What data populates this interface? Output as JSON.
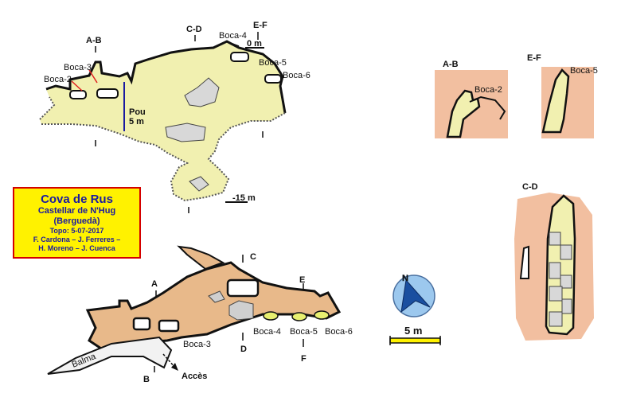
{
  "legend": {
    "title": "Cova de Rus",
    "line1": "Castellar de N'Hug",
    "line2": "(Berguedà)",
    "topo": "Topo: 5-07-2017",
    "authors1": "F. Cardona – J. Ferreres –",
    "authors2": "H. Moreno – J. Cuenca"
  },
  "plan_view": {
    "section_ab": "A-B",
    "section_cd": "C-D",
    "section_ef": "E-F",
    "depth_top": "0 m",
    "depth_bottom": "-15 m",
    "pit_label": "Pou",
    "pit_depth": "5 m",
    "boca2": "Boca-2",
    "boca3": "Boca-3",
    "boca4": "Boca-4",
    "boca5": "Boca-5",
    "boca6": "Boca-6"
  },
  "profile_view": {
    "a": "A",
    "b": "B",
    "c": "C",
    "d": "D",
    "e": "E",
    "f": "F",
    "boca3": "Boca-3",
    "boca4": "Boca-4",
    "boca5": "Boca-5",
    "boca6": "Boca-6",
    "balma": "Balma",
    "acces": "Accès"
  },
  "cross_sections": {
    "ab_title": "A-B",
    "ab_boca": "Boca-2",
    "ef_title": "E-F",
    "ef_boca": "Boca-5",
    "cd_title": "C-D"
  },
  "north_arrow": {
    "label": "N"
  },
  "scale_bar": {
    "label": "5 m"
  },
  "colors": {
    "cave_fill_plan": "#f1f0b0",
    "cave_fill_profile": "#e8b98a",
    "rock": "#f2bfa0",
    "wall": "#111111",
    "legend_bg": "#fff200",
    "legend_border": "#d40000",
    "legend_text": "#1a1aa0",
    "north_circle": "#9cc8ee",
    "arrow_red": "#e02020",
    "pit_line": "#1a1aa0"
  }
}
